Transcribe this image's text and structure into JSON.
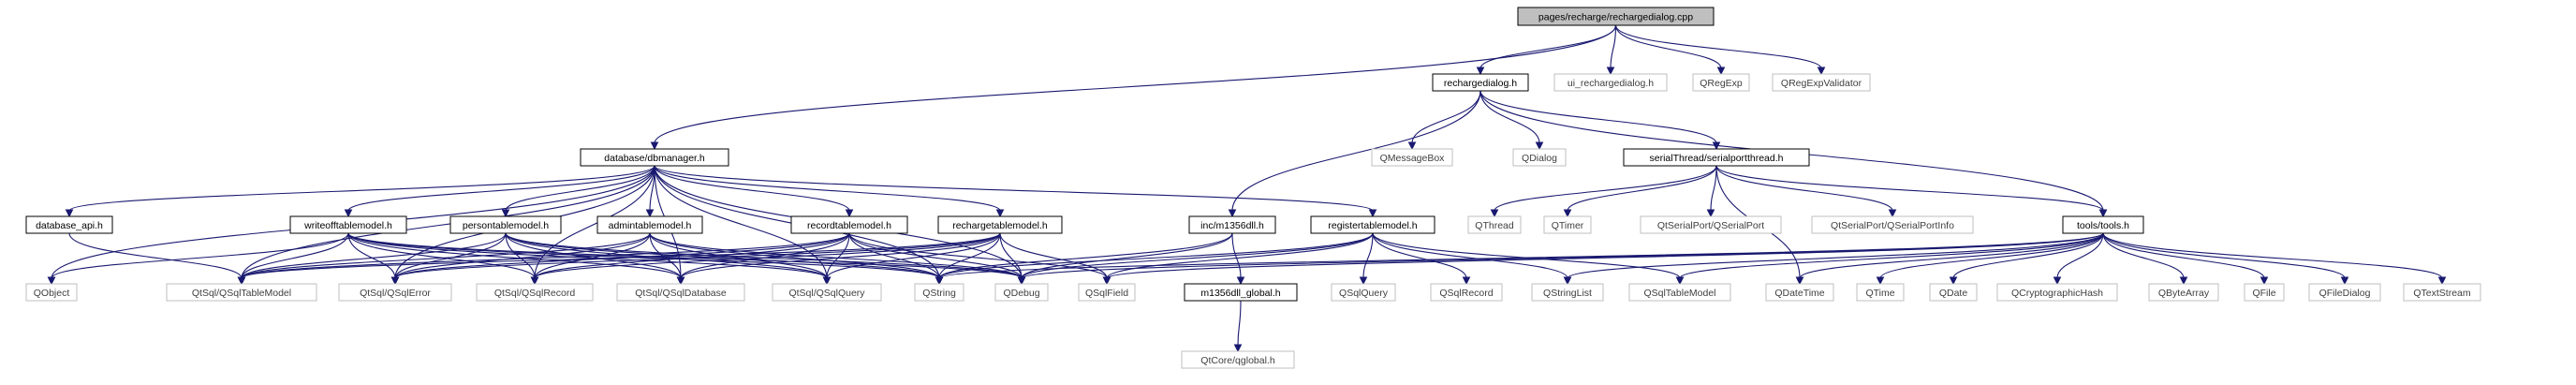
{
  "diagram": {
    "type": "include-dependency-graph",
    "colors": {
      "root_fill": "#bfbfbf",
      "normal_border": "#000000",
      "external_border": "#bfbfbf",
      "external_text": "#404040",
      "normal_text": "#000000",
      "edge": "#191970"
    },
    "nodes": {
      "root": "pages/recharge/rechargedialog.cpp",
      "rechargedialog_h": "rechargedialog.h",
      "ui_rechargedialog_h": "ui_rechargedialog.h",
      "qregexp": "QRegExp",
      "qregexpvalidator": "QRegExpValidator",
      "dbmanager_h": "database/dbmanager.h",
      "qmessagebox": "QMessageBox",
      "qdialog": "QDialog",
      "serialportthread_h": "serialThread/serialportthread.h",
      "m1356dll_h": "inc/m1356dll.h",
      "registertablemodel_h": "registertablemodel.h",
      "tools_h": "tools/tools.h",
      "qthread": "QThread",
      "qtimer": "QTimer",
      "qserialport": "QtSerialPort/QSerialPort",
      "qserialportinfo": "QtSerialPort/QSerialPortInfo",
      "database_api_h": "database_api.h",
      "writeofftablemodel_h": "writeofftablemodel.h",
      "persontablemodel_h": "persontablemodel.h",
      "admintablemodel_h": "admintablemodel.h",
      "recordtablemodel_h": "recordtablemodel.h",
      "rechargetablemodel_h": "rechargetablemodel.h",
      "qobject": "QObject",
      "qsqltablemodel_mod": "QtSql/QSqlTableModel",
      "qsqlerror": "QtSql/QSqlError",
      "qsqlrecord_mod": "QtSql/QSqlRecord",
      "qsqldatabase": "QtSql/QSqlDatabase",
      "qsqlquery_mod": "QtSql/QSqlQuery",
      "qstring": "QString",
      "qdebug": "QDebug",
      "qsqlfield": "QSqlField",
      "m1356dll_global_h": "m1356dll_global.h",
      "qsqlquery": "QSqlQuery",
      "qsqlrecord": "QSqlRecord",
      "qstringlist": "QStringList",
      "qsqltablemodel": "QSqlTableModel",
      "qdatetime": "QDateTime",
      "qtime": "QTime",
      "qdate": "QDate",
      "qcryptographichash": "QCryptographicHash",
      "qbytearray": "QByteArray",
      "qfile": "QFile",
      "qfiledialog": "QFileDialog",
      "qtextstream": "QTextStream",
      "qglobal_h": "QtCore/qglobal.h"
    },
    "edges": [
      [
        "root",
        "rechargedialog_h"
      ],
      [
        "root",
        "ui_rechargedialog_h"
      ],
      [
        "root",
        "qregexp"
      ],
      [
        "root",
        "qregexpvalidator"
      ],
      [
        "root",
        "dbmanager_h"
      ],
      [
        "rechargedialog_h",
        "qmessagebox"
      ],
      [
        "rechargedialog_h",
        "qdialog"
      ],
      [
        "rechargedialog_h",
        "serialportthread_h"
      ],
      [
        "rechargedialog_h",
        "m1356dll_h"
      ],
      [
        "rechargedialog_h",
        "tools_h"
      ],
      [
        "serialportthread_h",
        "qthread"
      ],
      [
        "serialportthread_h",
        "qtimer"
      ],
      [
        "serialportthread_h",
        "qserialport"
      ],
      [
        "serialportthread_h",
        "qserialportinfo"
      ],
      [
        "serialportthread_h",
        "tools_h"
      ],
      [
        "serialportthread_h",
        "qdatetime"
      ],
      [
        "m1356dll_h",
        "m1356dll_global_h"
      ],
      [
        "m1356dll_h",
        "qstring"
      ],
      [
        "m1356dll_h",
        "qdebug"
      ],
      [
        "m1356dll_global_h",
        "qglobal_h"
      ],
      [
        "dbmanager_h",
        "database_api_h"
      ],
      [
        "dbmanager_h",
        "writeofftablemodel_h"
      ],
      [
        "dbmanager_h",
        "persontablemodel_h"
      ],
      [
        "dbmanager_h",
        "admintablemodel_h"
      ],
      [
        "dbmanager_h",
        "recordtablemodel_h"
      ],
      [
        "dbmanager_h",
        "rechargetablemodel_h"
      ],
      [
        "dbmanager_h",
        "registertablemodel_h"
      ],
      [
        "dbmanager_h",
        "qobject"
      ],
      [
        "dbmanager_h",
        "qsqltablemodel_mod"
      ],
      [
        "dbmanager_h",
        "qsqlerror"
      ],
      [
        "dbmanager_h",
        "qsqlrecord_mod"
      ],
      [
        "dbmanager_h",
        "qsqldatabase"
      ],
      [
        "dbmanager_h",
        "qsqlquery_mod"
      ],
      [
        "dbmanager_h",
        "qstring"
      ],
      [
        "dbmanager_h",
        "qdebug"
      ],
      [
        "database_api_h",
        "qsqltablemodel_mod"
      ],
      [
        "writeofftablemodel_h",
        "qobject"
      ],
      [
        "writeofftablemodel_h",
        "qsqltablemodel_mod"
      ],
      [
        "writeofftablemodel_h",
        "qsqlerror"
      ],
      [
        "writeofftablemodel_h",
        "qsqlrecord_mod"
      ],
      [
        "writeofftablemodel_h",
        "qsqldatabase"
      ],
      [
        "writeofftablemodel_h",
        "qsqlquery_mod"
      ],
      [
        "writeofftablemodel_h",
        "qstring"
      ],
      [
        "writeofftablemodel_h",
        "qdebug"
      ],
      [
        "persontablemodel_h",
        "qsqltablemodel_mod"
      ],
      [
        "persontablemodel_h",
        "qsqlerror"
      ],
      [
        "persontablemodel_h",
        "qsqlrecord_mod"
      ],
      [
        "persontablemodel_h",
        "qsqldatabase"
      ],
      [
        "persontablemodel_h",
        "qsqlquery_mod"
      ],
      [
        "persontablemodel_h",
        "qstring"
      ],
      [
        "persontablemodel_h",
        "qdebug"
      ],
      [
        "admintablemodel_h",
        "qsqltablemodel_mod"
      ],
      [
        "admintablemodel_h",
        "qsqlerror"
      ],
      [
        "admintablemodel_h",
        "qsqlrecord_mod"
      ],
      [
        "admintablemodel_h",
        "qsqldatabase"
      ],
      [
        "admintablemodel_h",
        "qsqlquery_mod"
      ],
      [
        "admintablemodel_h",
        "qstring"
      ],
      [
        "admintablemodel_h",
        "qdebug"
      ],
      [
        "recordtablemodel_h",
        "qsqltablemodel_mod"
      ],
      [
        "recordtablemodel_h",
        "qsqlerror"
      ],
      [
        "recordtablemodel_h",
        "qsqlrecord_mod"
      ],
      [
        "recordtablemodel_h",
        "qsqldatabase"
      ],
      [
        "recordtablemodel_h",
        "qsqlquery_mod"
      ],
      [
        "recordtablemodel_h",
        "qstring"
      ],
      [
        "recordtablemodel_h",
        "qdebug"
      ],
      [
        "recordtablemodel_h",
        "qsqlfield"
      ],
      [
        "rechargetablemodel_h",
        "qsqltablemodel_mod"
      ],
      [
        "rechargetablemodel_h",
        "qsqlerror"
      ],
      [
        "rechargetablemodel_h",
        "qsqlrecord_mod"
      ],
      [
        "rechargetablemodel_h",
        "qsqldatabase"
      ],
      [
        "rechargetablemodel_h",
        "qsqlquery_mod"
      ],
      [
        "rechargetablemodel_h",
        "qstring"
      ],
      [
        "rechargetablemodel_h",
        "qdebug"
      ],
      [
        "rechargetablemodel_h",
        "qsqlfield"
      ],
      [
        "registertablemodel_h",
        "qsqlfield"
      ],
      [
        "registertablemodel_h",
        "qsqlquery"
      ],
      [
        "registertablemodel_h",
        "qsqlrecord"
      ],
      [
        "registertablemodel_h",
        "qstringlist"
      ],
      [
        "registertablemodel_h",
        "qsqltablemodel"
      ],
      [
        "registertablemodel_h",
        "qstring"
      ],
      [
        "registertablemodel_h",
        "qdebug"
      ],
      [
        "tools_h",
        "qstring"
      ],
      [
        "tools_h",
        "qdebug"
      ],
      [
        "tools_h",
        "qsqlfield"
      ],
      [
        "tools_h",
        "qstringlist"
      ],
      [
        "tools_h",
        "qsqltablemodel"
      ],
      [
        "tools_h",
        "qdatetime"
      ],
      [
        "tools_h",
        "qtime"
      ],
      [
        "tools_h",
        "qdate"
      ],
      [
        "tools_h",
        "qcryptographichash"
      ],
      [
        "tools_h",
        "qbytearray"
      ],
      [
        "tools_h",
        "qfile"
      ],
      [
        "tools_h",
        "qfiledialog"
      ],
      [
        "tools_h",
        "qtextstream"
      ]
    ]
  }
}
